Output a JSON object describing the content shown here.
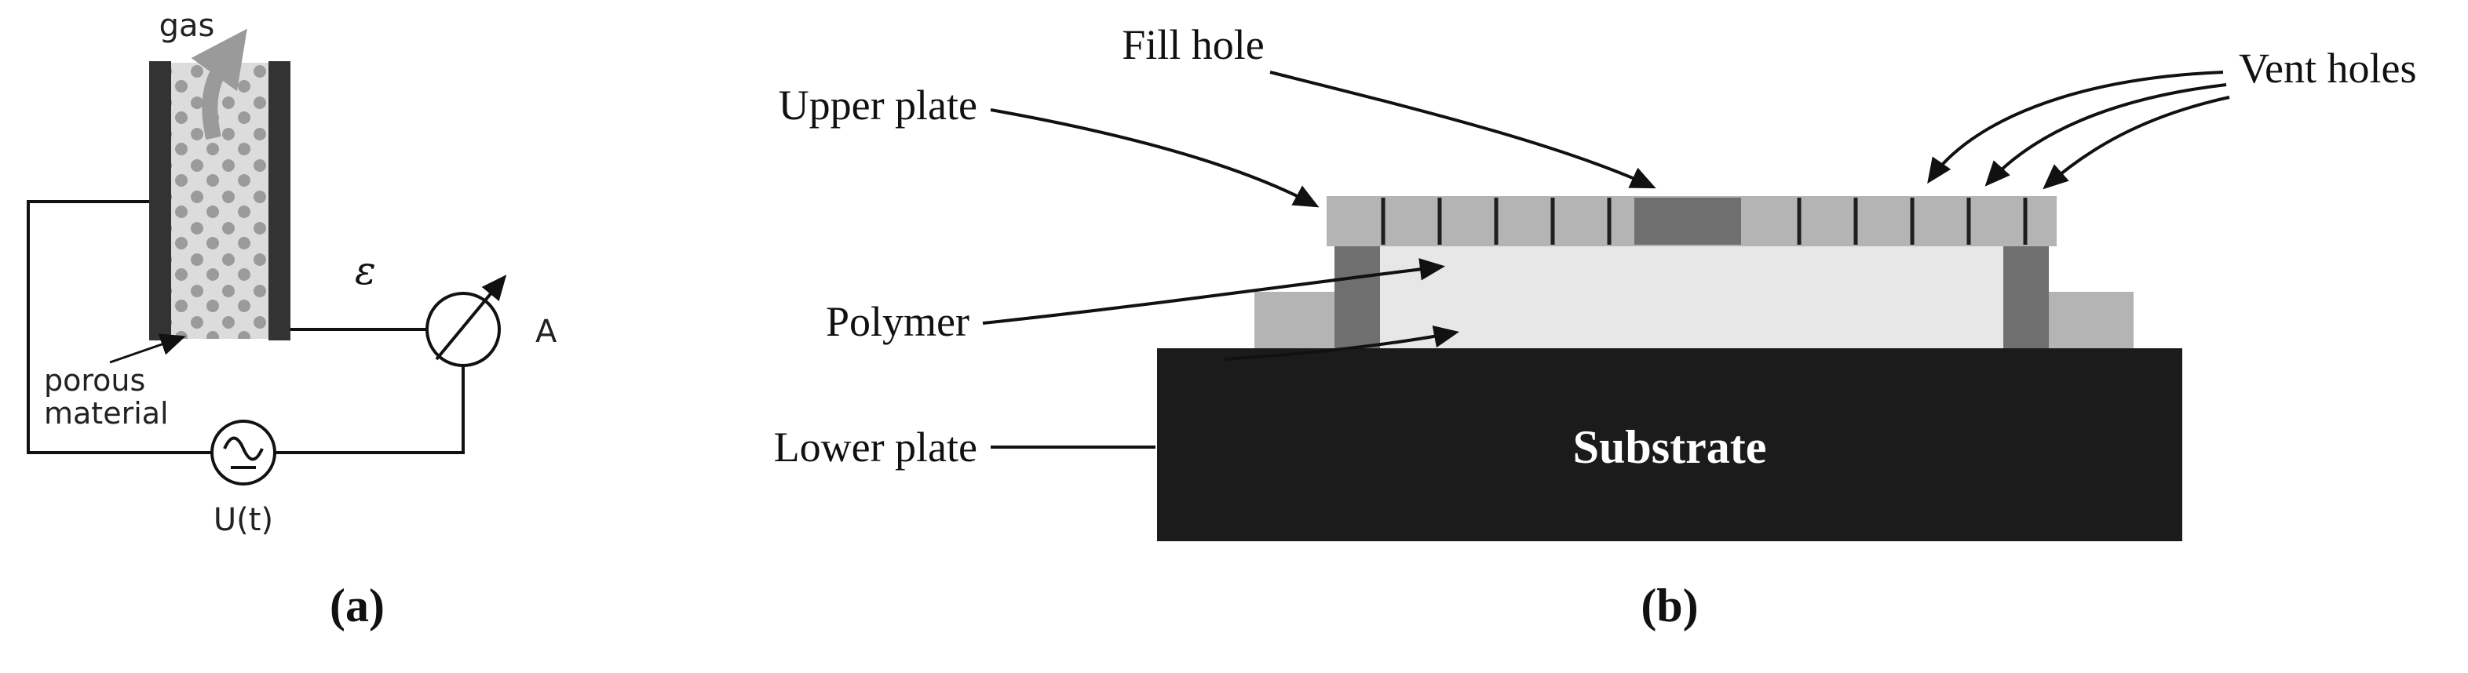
{
  "figure": {
    "panel_a": {
      "caption": "(a)",
      "gas_label": "gas",
      "epsilon_label": "ε",
      "ammeter_label": "A",
      "source_label": "U(t)",
      "porous_label_line1": "porous",
      "porous_label_line2": "material"
    },
    "panel_b": {
      "caption": "(b)",
      "upper_plate_label": "Upper plate",
      "fill_hole_label": "Fill hole",
      "vent_holes_label": "Vent holes",
      "polymer_label": "Polymer",
      "lower_plate_label": "Lower plate",
      "substrate_label": "Substrate"
    },
    "colors": {
      "substrate": "#1b1b1b",
      "plate_gray": "#b4b4b4",
      "polymer_light": "#e7e7e7",
      "dark_gray": "#6f6f6f",
      "electrode": "#333333",
      "porous_bg": "#dcdcdc",
      "porous_dot": "#9b9b9b",
      "gas_arrow": "#9a9a9a"
    }
  }
}
